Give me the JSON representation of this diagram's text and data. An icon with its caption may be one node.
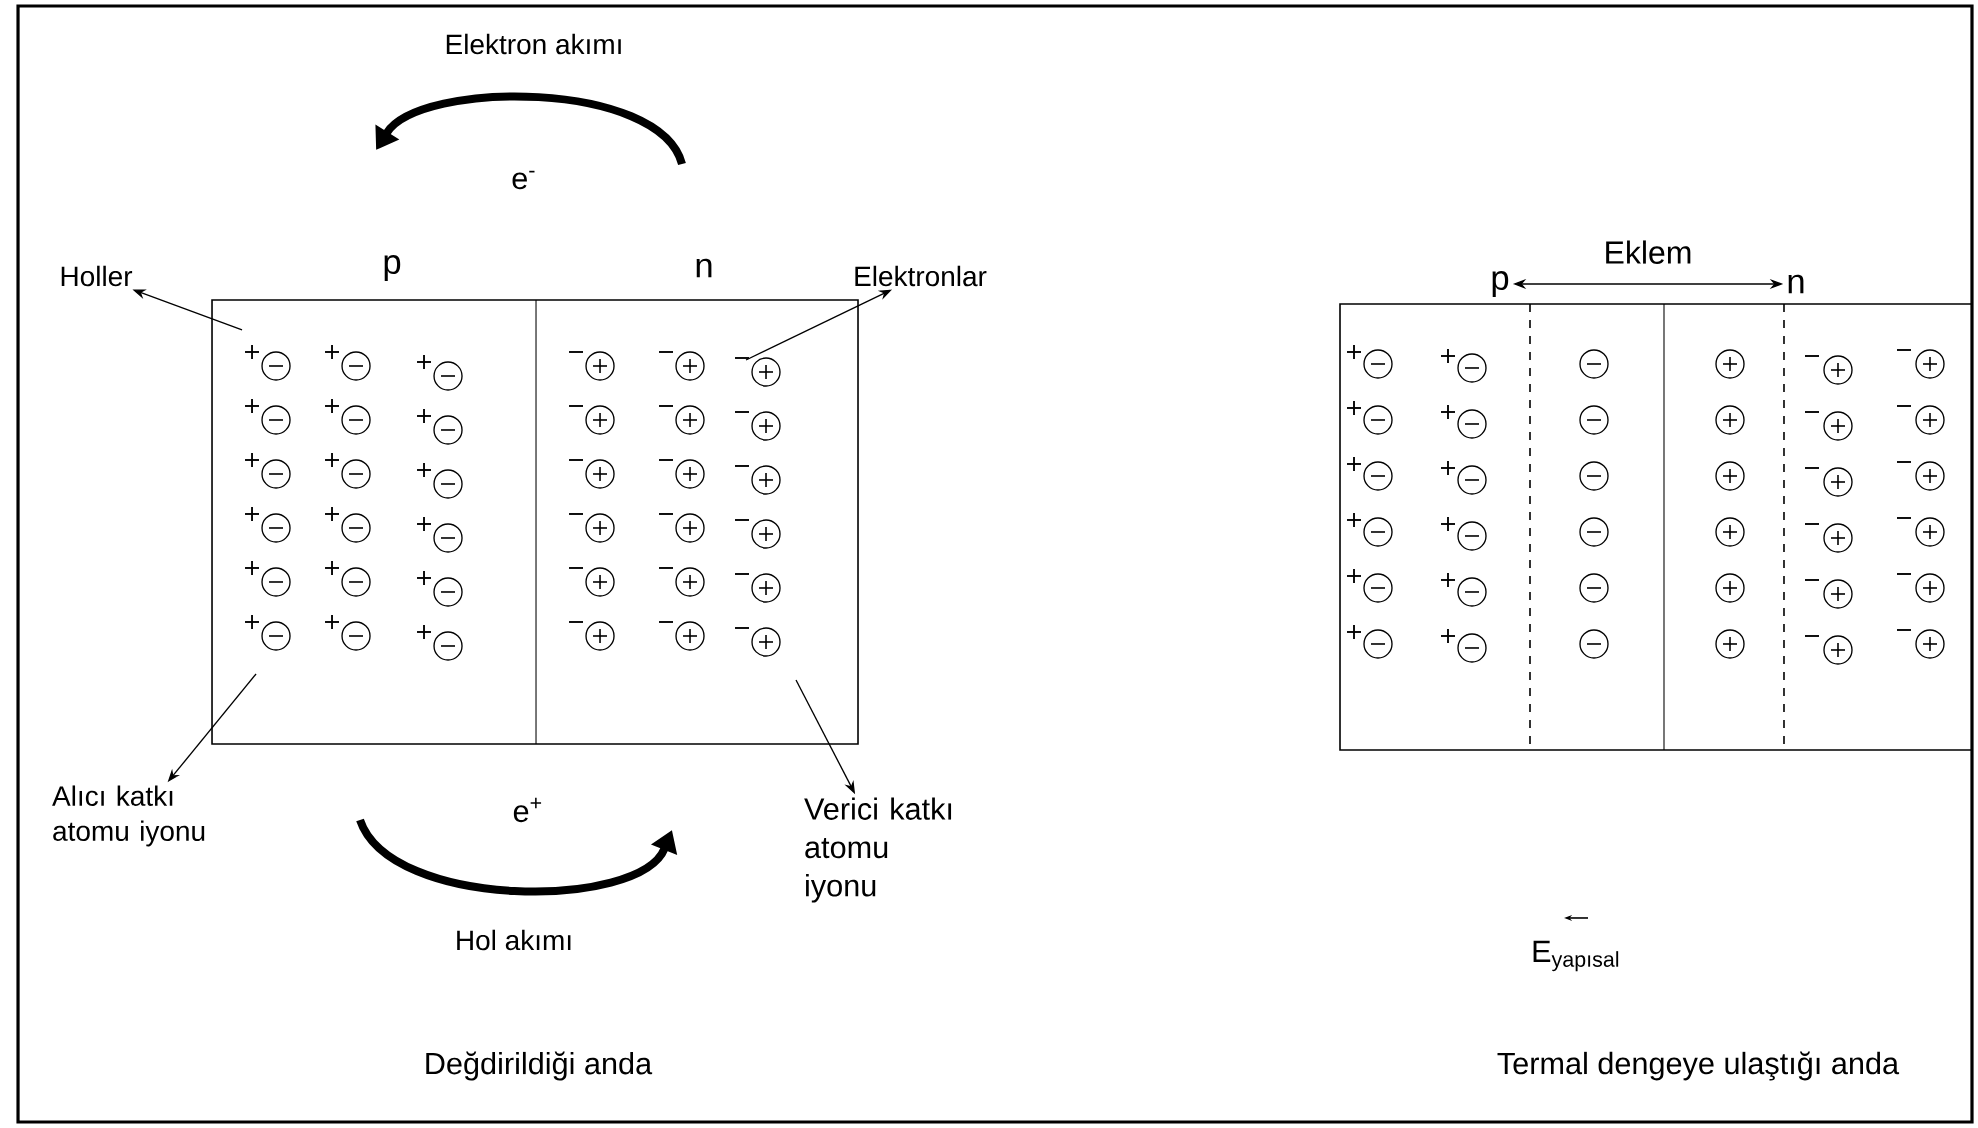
{
  "diagram": {
    "nodes": [
      {
        "text": [
          "p"
        ]
      },
      {
        "text": [
          "n"
        ]
      },
      {
        "text": [
          "Holler"
        ]
      },
      {
        "text": [
          "Elektronlar"
        ]
      },
      {
        "text": [
          "Alıcı katkı atomu iyonu"
        ]
      },
      {
        "text": [
          "Verici katkı atomu iyonu"
        ]
      },
      {
        "text": [
          "p"
        ]
      },
      {
        "text": [
          "n"
        ]
      }
    ],
    "edges": [
      {
        "from": null,
        "to": 2,
        "arrow": "to"
      },
      {
        "from": null,
        "to": 3,
        "arrow": "to"
      },
      {
        "from": null,
        "to": 4,
        "arrow": "to"
      },
      {
        "from": null,
        "to": 5,
        "arrow": "to"
      },
      {
        "from": 6,
        "to": 7,
        "arrow": "both",
        "label": "Eklem"
      }
    ],
    "labels": [
      "Elektron akımı",
      "e$^{-}$",
      "e$^{+}$",
      "Hol akımı",
      "Değdirildiği anda",
      "E$_{yapısal}$",
      "Termal dengeye ulaştığı anda"
    ]
  }
}
